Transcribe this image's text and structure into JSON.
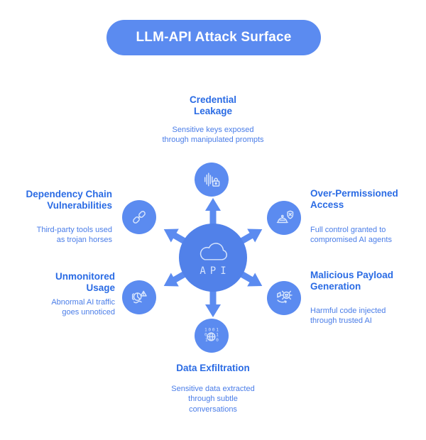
{
  "title": "LLM-API Attack Surface",
  "colors": {
    "accent": "#5b8bf0",
    "hub": "#5181e9",
    "heading": "#2a6be4",
    "body": "#4a7de8",
    "icon_stroke": "#d7e5fc",
    "background": "#ffffff"
  },
  "hub": {
    "label": "API",
    "icon": "cloud-icon"
  },
  "nodes": [
    {
      "id": "credential-leakage",
      "position": "top",
      "icon": "waveform-lock-icon",
      "title": "Credential\nLeakage",
      "description": "Sensitive keys exposed\nthrough manipulated prompts"
    },
    {
      "id": "over-permissioned-access",
      "position": "top-right",
      "icon": "robot-shield-icon",
      "title": "Over-Permissioned\nAccess",
      "description": "Full control granted to\ncompromised AI agents"
    },
    {
      "id": "malicious-payload-generation",
      "position": "bottom-right",
      "icon": "bug-icon",
      "title": "Malicious Payload\nGeneration",
      "description": "Harmful code injected\nthrough trusted AI"
    },
    {
      "id": "data-exfiltration",
      "position": "bottom",
      "icon": "binary-globe-icon",
      "title": "Data Exfiltration",
      "description": "Sensitive data extracted\nthrough subtle\nconversations"
    },
    {
      "id": "unmonitored-usage",
      "position": "bottom-left",
      "icon": "monitor-alert-icon",
      "title": "Unmonitored\nUsage",
      "description": "Abnormal AI traffic\ngoes unnoticed"
    },
    {
      "id": "dependency-chain-vulnerabilities",
      "position": "top-left",
      "icon": "chain-icon",
      "title": "Dependency Chain\nVulnerabilities",
      "description": "Third-party tools used\nas trojan horses"
    }
  ]
}
